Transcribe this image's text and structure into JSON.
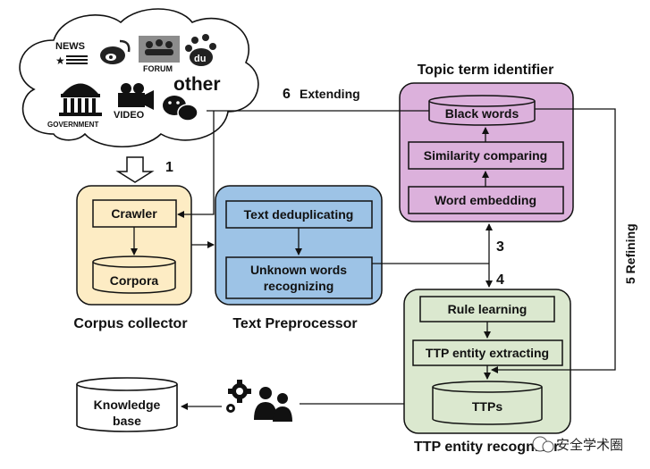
{
  "sources": {
    "news": "NEWS",
    "forum": "FORUM",
    "du": "du",
    "government": "GOVERNMENT",
    "video": "VIDEO",
    "other": "other"
  },
  "steps": {
    "s1": "1",
    "s3": "3",
    "s4": "4",
    "s5": "5 Refining",
    "s6": "6",
    "s6_label": "Extending"
  },
  "corpus_collector": {
    "title": "Corpus collector",
    "crawler": "Crawler",
    "corpora": "Corpora"
  },
  "text_preprocessor": {
    "title": "Text Preprocessor",
    "dedup": "Text deduplicating",
    "unknown_line1": "Unknown words",
    "unknown_line2": "recognizing"
  },
  "topic_identifier": {
    "title": "Topic term identifier",
    "black_words": "Black words",
    "similarity": "Similarity comparing",
    "embedding": "Word embedding"
  },
  "ttp_recognizer": {
    "title": "TTP entity recognizer",
    "rule_learning": "Rule learning",
    "extracting": "TTP entity extracting",
    "ttps": "TTPs"
  },
  "knowledge_base": {
    "line1": "Knowledge",
    "line2": "base"
  },
  "watermark": "安全学术圈",
  "colors": {
    "corpus_fill": "#fdecc4",
    "preprocessor_fill": "#9dc3e6",
    "topic_fill": "#dcb1dc",
    "ttp_fill": "#dbe8cf",
    "box_fill": "#ffffff"
  }
}
